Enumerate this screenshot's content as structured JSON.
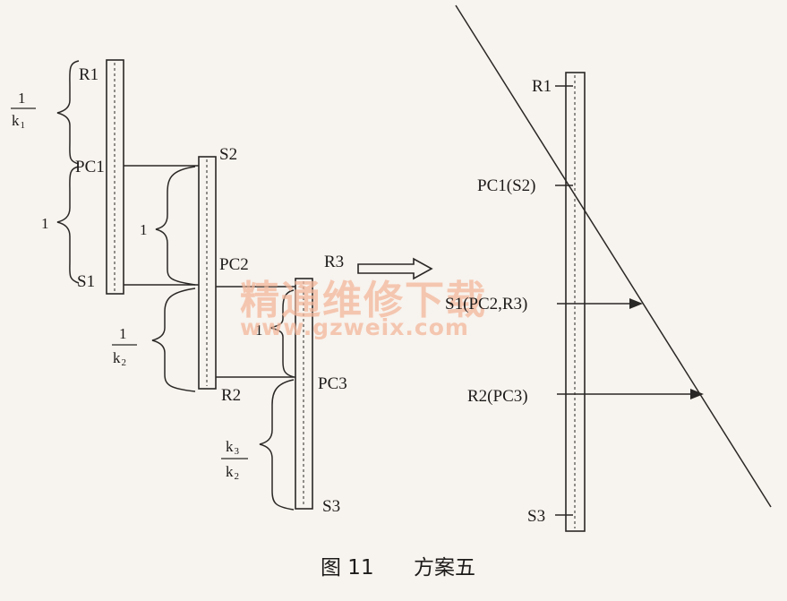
{
  "diagram": {
    "left_bars": {
      "r1": "R1",
      "pc1": "PC1",
      "s1": "S1",
      "s2": "S2",
      "pc2": "PC2",
      "r2": "R2",
      "r3": "R3",
      "pc3": "PC3",
      "s3": "S3"
    },
    "brace_labels": {
      "b1_num": "1",
      "b1_den": "k",
      "b1_den_sub": "1",
      "b2": "1",
      "b3": "1",
      "b4_num": "1",
      "b4_den": "k",
      "b4_den_sub": "2",
      "b5_num": "1",
      "b6_num": "k",
      "b6_num_sub": "3",
      "b6_den": "k",
      "b6_den_sub": "2"
    },
    "right_bar": {
      "r1": "R1",
      "pc1": "PC1(S2)",
      "s1": "S1(PC2,R3)",
      "r2": "R2(PC3)",
      "s3": "S3"
    }
  },
  "watermark": {
    "chinese": "精通维修下载",
    "url": "www.gzweix.com"
  },
  "caption": {
    "figure": "图 11",
    "title": "方案五"
  }
}
